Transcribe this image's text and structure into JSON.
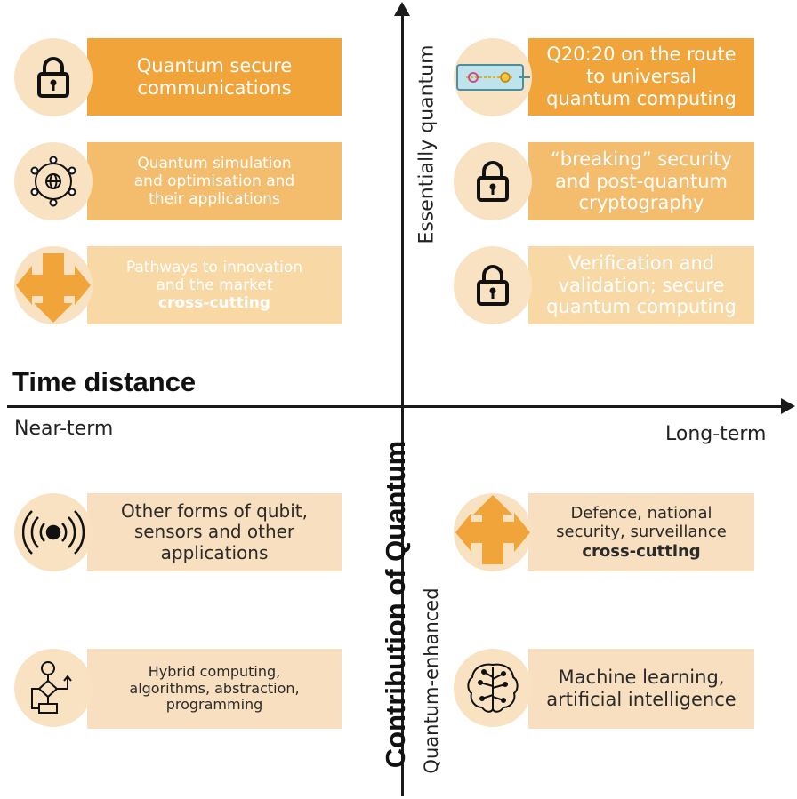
{
  "axes": {
    "time_title": "Time distance",
    "near": "Near-term",
    "long": "Long-term",
    "contribution_title": "Contribution of Quantum",
    "essentially": "Essentially quantum",
    "enhanced": "Quantum-enhanced"
  },
  "cards": {
    "secure_comms": {
      "lines": [
        "Quantum secure",
        "communications"
      ]
    },
    "simulation": {
      "lines": [
        "Quantum simulation",
        "and optimisation and",
        "their applications"
      ]
    },
    "pathways": {
      "lines": [
        "Pathways to innovation",
        "and the market"
      ],
      "bold": "cross-cutting"
    },
    "q2020": {
      "lines": [
        "Q20:20 on the route",
        "to universal",
        "quantum computing"
      ]
    },
    "breaking": {
      "lines": [
        "“breaking” security",
        "and post-quantum",
        "cryptography"
      ]
    },
    "verification": {
      "lines": [
        "Verification and",
        "validation; secure",
        "quantum computing"
      ]
    },
    "qubit": {
      "lines": [
        "Other forms of qubit,",
        "sensors and other",
        "applications"
      ]
    },
    "defence": {
      "lines": [
        "Defence, national",
        "security, surveillance"
      ],
      "bold": "cross-cutting"
    },
    "hybrid": {
      "lines": [
        "Hybrid computing,",
        "algorithms, abstraction,",
        "programming"
      ]
    },
    "ml": {
      "lines": [
        "Machine learning,",
        "artificial intelligence"
      ]
    }
  },
  "colors": {
    "orange_dark": "#f0a43a",
    "orange_mid": "#f4bd6e",
    "orange_light": "#f8d9a6",
    "peach": "#f8dfbf",
    "circle": "#f9e2c2"
  },
  "icons": [
    "lock-icon",
    "network-globe-icon",
    "cross-arrows-icon",
    "chip-icon",
    "broadcast-icon",
    "flowchart-icon",
    "brain-circuit-icon"
  ]
}
